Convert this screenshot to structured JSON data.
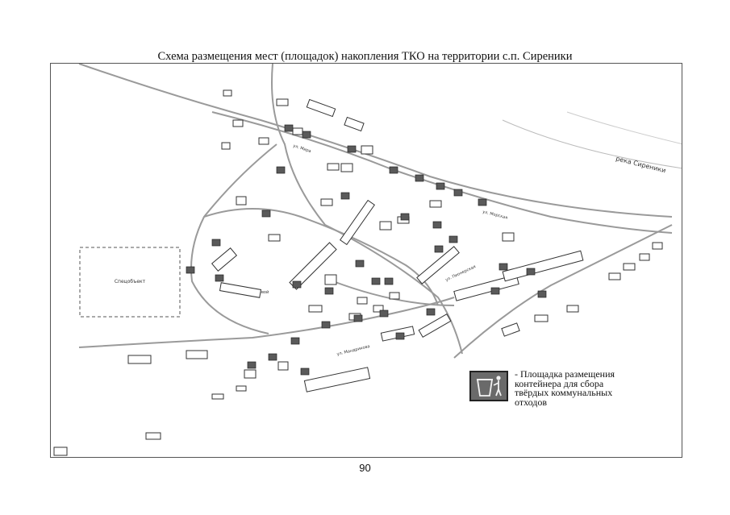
{
  "page": {
    "title": "Схема размещения мест (площадок) накопления ТКО на территории с.п. Сиреники",
    "page_number": "90"
  },
  "map": {
    "river_label": "река Сиреники",
    "area_label": "Спецобъект",
    "street_labels": [
      "ул. Мира",
      "ул. Морская",
      "ул. Мандрикова",
      "ул. Пионерская",
      "ул. Кочетковой"
    ],
    "colors": {
      "road": "#9a9a9a",
      "building_outline": "#333333",
      "waste_site": "#5a5a5a"
    }
  },
  "legend": {
    "text": "- Площадка размещения\n  контейнера для сбора\n  твёрдых коммунальных\n  отходов",
    "icon": "trash-container-icon"
  }
}
